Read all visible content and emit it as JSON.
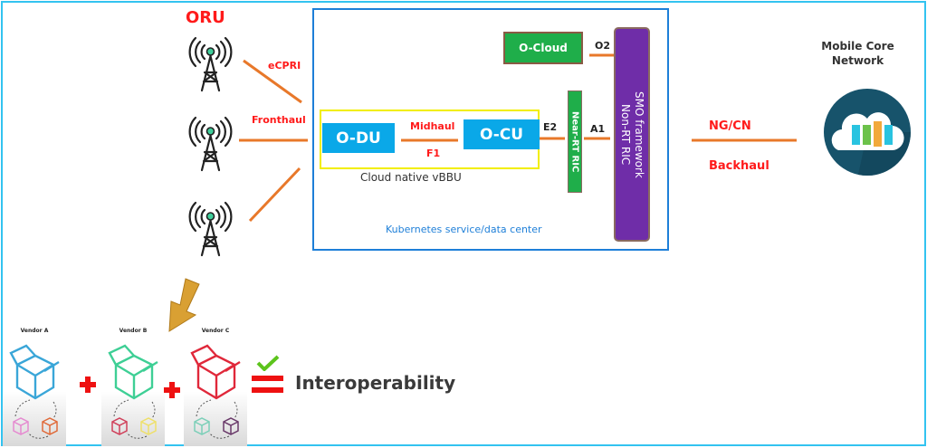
{
  "oru": {
    "title": "ORU"
  },
  "fronthaul": {
    "ecpri_label": "eCPRI",
    "fronthaul_label": "Fronthaul"
  },
  "data_center": {
    "label": "Kubernetes service/data center",
    "o_cloud": "O-Cloud",
    "o2_label": "O2",
    "smo_line1": "SMO framework",
    "smo_line2": "Non-RT RIC",
    "near_rt_ric": "Near-RT RIC",
    "a1_label": "A1",
    "e2_label": "E2",
    "vbbu_label": "Cloud native vBBU",
    "o_du": "O-DU",
    "o_cu": "O-CU",
    "midhaul_label": "Midhaul",
    "f1_label": "F1"
  },
  "backhaul": {
    "ngcn_label": "NG/CN",
    "backhaul_label": "Backhaul"
  },
  "core": {
    "title_line1": "Mobile Core",
    "title_line2": "Network"
  },
  "vendors": [
    {
      "name": "Vendor A",
      "color": "#3aa6d8",
      "small1": "#e58ad0",
      "small2": "#e06a3a"
    },
    {
      "name": "Vendor B",
      "color": "#3ecf95",
      "small1": "#d0405a",
      "small2": "#eee06a"
    },
    {
      "name": "Vendor C",
      "color": "#e0283a",
      "small1": "#7ccfb8",
      "small2": "#6a3a6a"
    }
  ],
  "interoperability": {
    "label": "Interoperability"
  },
  "colors": {
    "frame": "#33c3f0",
    "link": "#e8782a",
    "accent_red": "#ff1a1a",
    "arrow": "#d9a033",
    "check": "#5cc41c"
  }
}
